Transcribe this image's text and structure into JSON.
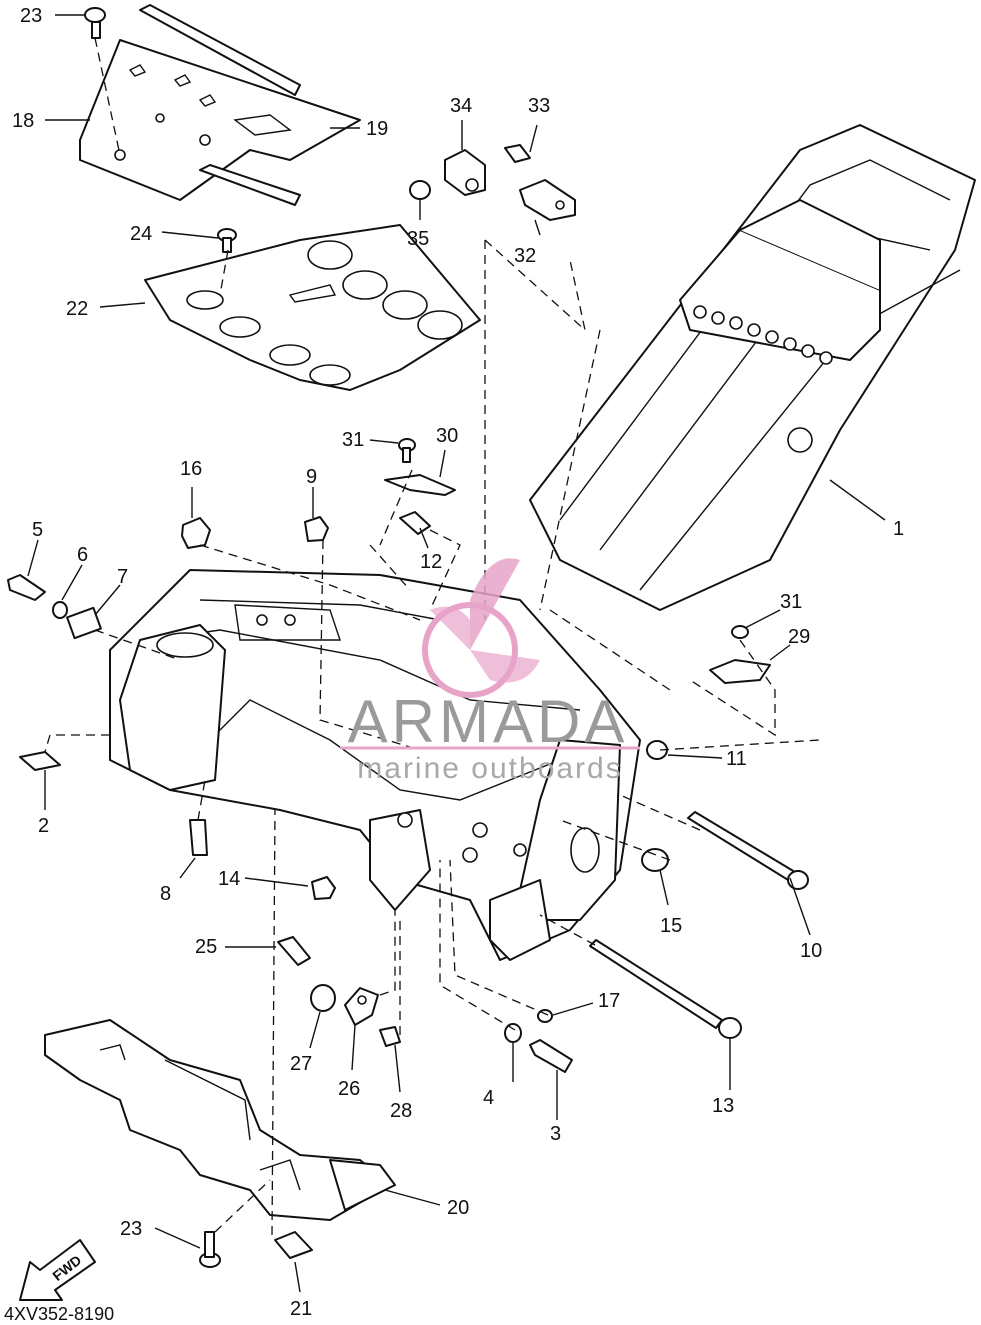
{
  "diagram": {
    "part_code": "4XV352-8190",
    "fwd_label": "FWD",
    "watermark": {
      "title": "ARMADA",
      "subtitle": "marine outboards",
      "accent_color": "#e8a3c8"
    },
    "callouts": {
      "p1": "1",
      "p2": "2",
      "p3": "3",
      "p4": "4",
      "p5": "5",
      "p6": "6",
      "p7": "7",
      "p8": "8",
      "p9": "9",
      "p10": "10",
      "p11": "11",
      "p12": "12",
      "p13": "13",
      "p14": "14",
      "p15": "15",
      "p16": "16",
      "p17": "17",
      "p18": "18",
      "p19": "19",
      "p20": "20",
      "p21": "21",
      "p22": "22",
      "p23a": "23",
      "p23b": "23",
      "p24": "24",
      "p25": "25",
      "p26": "26",
      "p27": "27",
      "p28": "28",
      "p29": "29",
      "p30": "30",
      "p31a": "31",
      "p31b": "31",
      "p32": "32",
      "p33": "33",
      "p34": "34",
      "p35": "35"
    }
  }
}
